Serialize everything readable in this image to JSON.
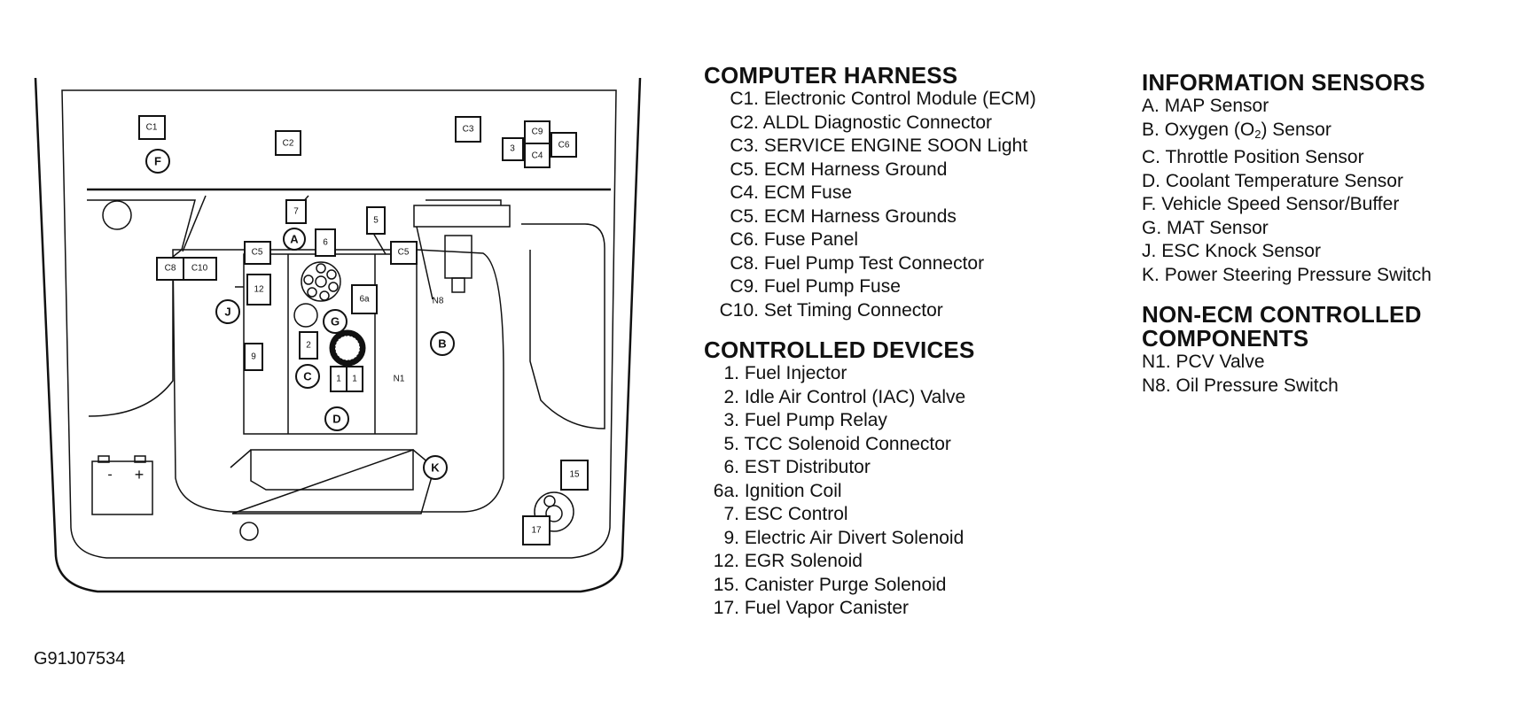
{
  "figure_id": "G91J07534",
  "diagram_labels": {
    "c1": "C1",
    "c2": "C2",
    "c3": "C3",
    "c4": "C4",
    "c5a": "C5",
    "c5b": "C5",
    "c6": "C6",
    "c8": "C8",
    "c9": "C9",
    "c10": "C10",
    "n1": "N1",
    "n8": "N8",
    "d1": "1",
    "d2": "2",
    "d3": "3",
    "d5": "5",
    "d6": "6",
    "d6a": "6a",
    "d7": "7",
    "d9": "9",
    "d12": "12",
    "d15": "15",
    "d17": "17",
    "sa": "A",
    "sb": "B",
    "sc": "C",
    "sd": "D",
    "sf": "F",
    "sg": "G",
    "sj": "J",
    "sk": "K",
    "batt_minus": "-",
    "batt_plus": "+"
  },
  "computer_harness": {
    "heading": "COMPUTER HARNESS",
    "items": [
      {
        "code": "C1.",
        "text": "Electronic Control Module (ECM)"
      },
      {
        "code": "C2.",
        "text": "ALDL Diagnostic Connector"
      },
      {
        "code": "C3.",
        "text": "SERVICE ENGINE SOON Light"
      },
      {
        "code": "C5.",
        "text": "ECM Harness Ground"
      },
      {
        "code": "C4.",
        "text": "ECM Fuse"
      },
      {
        "code": "C5.",
        "text": "ECM Harness Grounds"
      },
      {
        "code": "C6.",
        "text": "Fuse Panel"
      },
      {
        "code": "C8.",
        "text": "Fuel Pump Test Connector"
      },
      {
        "code": "C9.",
        "text": "Fuel Pump Fuse"
      },
      {
        "code": "C10.",
        "text": "Set Timing Connector"
      }
    ]
  },
  "controlled_devices": {
    "heading": "CONTROLLED DEVICES",
    "items": [
      {
        "code": "1.",
        "text": "Fuel Injector"
      },
      {
        "code": "2.",
        "text": "Idle Air Control (IAC) Valve"
      },
      {
        "code": "3.",
        "text": "Fuel Pump Relay"
      },
      {
        "code": "5.",
        "text": "TCC Solenoid Connector"
      },
      {
        "code": "6.",
        "text": "EST Distributor"
      },
      {
        "code": "6a.",
        "text": "Ignition Coil"
      },
      {
        "code": "7.",
        "text": "ESC Control"
      },
      {
        "code": "9.",
        "text": "Electric Air Divert Solenoid"
      },
      {
        "code": "12.",
        "text": "EGR Solenoid"
      },
      {
        "code": "15.",
        "text": "Canister Purge Solenoid"
      },
      {
        "code": "17.",
        "text": "Fuel Vapor Canister"
      }
    ]
  },
  "information_sensors": {
    "heading": "INFORMATION SENSORS",
    "items": [
      {
        "code": "A.",
        "text": "MAP Sensor"
      },
      {
        "code": "B.",
        "text": "Oxygen (O",
        "sub": "2",
        "tail": ") Sensor"
      },
      {
        "code": "C.",
        "text": "Throttle Position Sensor"
      },
      {
        "code": "D.",
        "text": "Coolant Temperature Sensor"
      },
      {
        "code": "F.",
        "text": "Vehicle Speed Sensor/Buffer"
      },
      {
        "code": "G.",
        "text": "MAT Sensor"
      },
      {
        "code": "J.",
        "text": "ESC Knock Sensor"
      },
      {
        "code": "K.",
        "text": "Power Steering Pressure Switch"
      }
    ]
  },
  "non_ecm_components": {
    "heading_line1": "NON-ECM CONTROLLED",
    "heading_line2": "COMPONENTS",
    "items": [
      {
        "code": "N1.",
        "text": "PCV Valve"
      },
      {
        "code": "N8.",
        "text": "Oil Pressure Switch"
      }
    ]
  }
}
